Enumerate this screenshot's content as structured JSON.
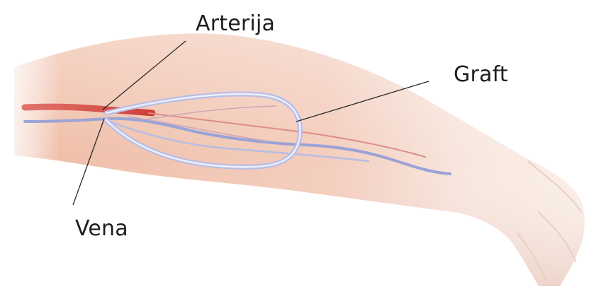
{
  "labels": {
    "artery": "Arterija",
    "graft": "Graft",
    "vein": "Vena"
  },
  "colors": {
    "skin": "#f2c6b4",
    "artery": "#d9534a",
    "vein": "#9aa3d6",
    "graft": "#b9bde6"
  }
}
